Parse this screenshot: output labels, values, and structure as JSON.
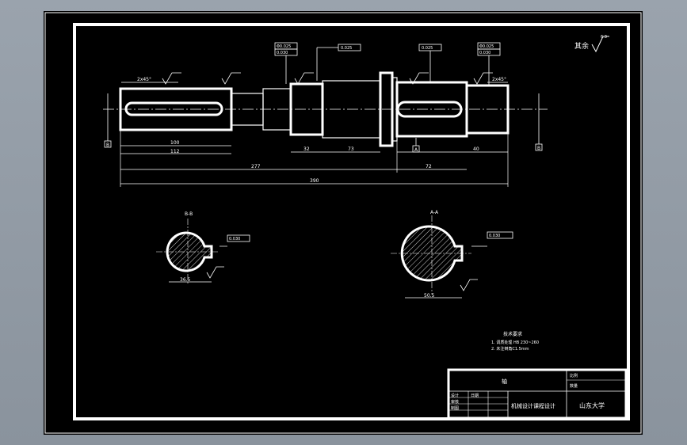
{
  "drawing": {
    "roughness_other": "其余",
    "roughness_main": "6.3",
    "labels": {
      "tol_left_1": "Φ0.025",
      "tol_left_2": "0.030",
      "tol_mid": "0.025",
      "tol_right_1": "0.025",
      "tol_right_2": "Φ0.025",
      "tol_right_3": "0.030",
      "chamfer_left": "2x45°",
      "chamfer_right": "2x45°",
      "datum_a": "A",
      "datum_b": "B",
      "dim_100": "100",
      "dim_112": "112",
      "dim_277": "277",
      "dim_390": "390",
      "dim_32": "32",
      "dim_73": "73",
      "dim_72": "72",
      "dim_40": "40",
      "section_a": "A-A",
      "section_b": "B-B",
      "sec_dim_left": "36.5",
      "sec_dim_right": "50.5",
      "sec_tol_left": "0.030",
      "sec_tol_right": "0.030"
    },
    "tech_req": {
      "title": "技术要求",
      "line1": "1. 调质处理 HB 230~260",
      "line2": "2. 未注倒角C1.5mm"
    },
    "title_block": {
      "part_name": "轴",
      "course": "机械设计课程设计",
      "school": "山东大学",
      "scale_label": "比例",
      "qty_label": "数量",
      "designer_label": "设计",
      "checker_label": "审核",
      "drawn_label": "制图",
      "date_label": "日期"
    }
  }
}
